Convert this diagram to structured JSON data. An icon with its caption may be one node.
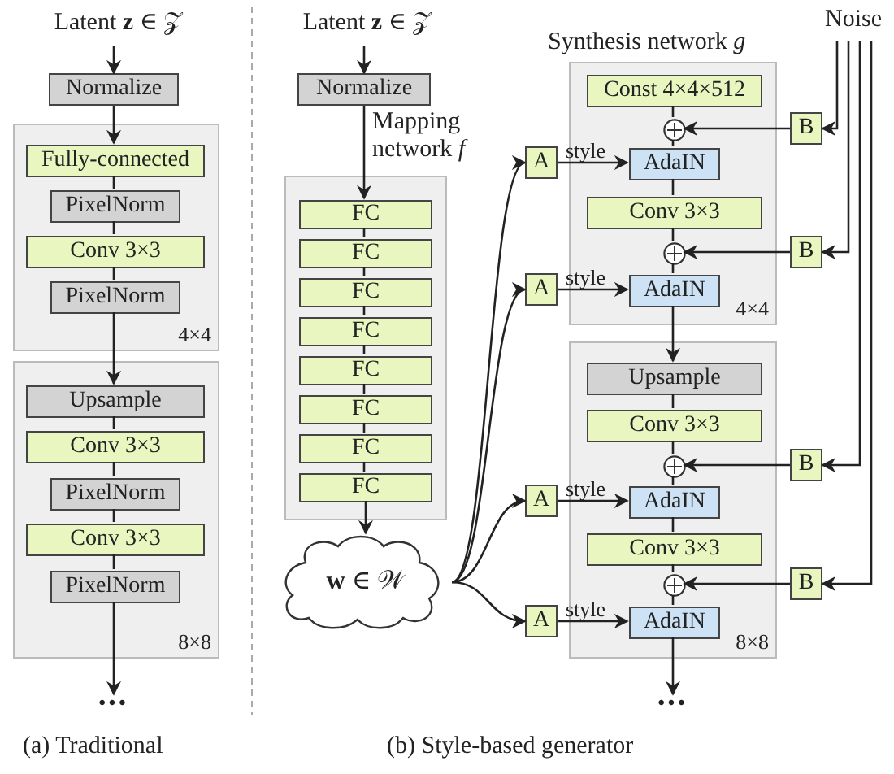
{
  "diagram": {
    "nodes": [
      {
        "text": [
          "Latent **z** ∈ 𝒵"
        ]
      },
      {
        "text": [
          "Normalize"
        ]
      },
      {
        "text": [
          "4×4"
        ]
      },
      {
        "text": [
          "Fully-connected"
        ],
        "in": 2
      },
      {
        "text": [
          "PixelNorm"
        ],
        "in": 2
      },
      {
        "text": [
          "Conv 3×3"
        ],
        "in": 2
      },
      {
        "text": [
          "PixelNorm"
        ],
        "in": 2
      },
      {
        "text": [
          "8×8"
        ]
      },
      {
        "text": [
          "Upsample"
        ],
        "in": 7
      },
      {
        "text": [
          "Conv 3×3"
        ],
        "in": 7
      },
      {
        "text": [
          "PixelNorm"
        ],
        "in": 7
      },
      {
        "text": [
          "Conv 3×3"
        ],
        "in": 7
      },
      {
        "text": [
          "PixelNorm"
        ],
        "in": 7
      },
      {
        "text": [
          "•••"
        ]
      },
      {
        "text": [
          "Latent **z** ∈ 𝒵"
        ]
      },
      {
        "text": [
          "Normalize"
        ]
      },
      {
        "text": [],
        "shape": "box"
      },
      {
        "text": [
          "FC"
        ],
        "in": 16
      },
      {
        "text": [
          "FC"
        ],
        "in": 16
      },
      {
        "text": [
          "FC"
        ],
        "in": 16
      },
      {
        "text": [
          "FC"
        ],
        "in": 16
      },
      {
        "text": [
          "FC"
        ],
        "in": 16
      },
      {
        "text": [
          "FC"
        ],
        "in": 16
      },
      {
        "text": [
          "FC"
        ],
        "in": 16
      },
      {
        "text": [
          "FC"
        ],
        "in": 16
      },
      {
        "text": [
          "**w** ∈ 𝒲"
        ]
      },
      {
        "text": [
          "Noise"
        ]
      },
      {
        "text": [
          "4×4"
        ]
      },
      {
        "text": [
          "Const 4×4×512"
        ],
        "in": 27
      },
      {
        "text": [],
        "shape": "circle",
        "in": 27
      },
      {
        "text": [
          "AdaIN"
        ],
        "in": 27
      },
      {
        "text": [
          "Conv 3×3"
        ],
        "in": 27
      },
      {
        "text": [],
        "shape": "circle",
        "in": 27
      },
      {
        "text": [
          "AdaIN"
        ],
        "in": 27
      },
      {
        "text": [
          "8×8"
        ]
      },
      {
        "text": [
          "Upsample"
        ],
        "in": 34
      },
      {
        "text": [
          "Conv 3×3"
        ],
        "in": 34
      },
      {
        "text": [],
        "shape": "circle",
        "in": 34
      },
      {
        "text": [
          "AdaIN"
        ],
        "in": 34
      },
      {
        "text": [
          "Conv 3×3"
        ],
        "in": 34
      },
      {
        "text": [],
        "shape": "circle",
        "in": 34
      },
      {
        "text": [
          "AdaIN"
        ],
        "in": 34
      },
      {
        "text": [
          "•••"
        ]
      },
      {
        "text": [
          "A"
        ]
      },
      {
        "text": [
          "A"
        ]
      },
      {
        "text": [
          "A"
        ]
      },
      {
        "text": [
          "A"
        ]
      },
      {
        "text": [
          "B"
        ]
      },
      {
        "text": [
          "B"
        ]
      },
      {
        "text": [
          "B"
        ]
      },
      {
        "text": [
          "B"
        ]
      }
    ],
    "edges": [
      {
        "from": 0,
        "to": 1,
        "arrow": "to"
      },
      {
        "from": 1,
        "to": 3,
        "arrow": "to"
      },
      {
        "from": 3,
        "to": 4,
        "arrow": "none"
      },
      {
        "from": 4,
        "to": 5,
        "arrow": "none"
      },
      {
        "from": 5,
        "to": 6,
        "arrow": "none"
      },
      {
        "from": 6,
        "to": 8,
        "arrow": "to"
      },
      {
        "from": 8,
        "to": 9,
        "arrow": "none"
      },
      {
        "from": 9,
        "to": 10,
        "arrow": "none"
      },
      {
        "from": 10,
        "to": 11,
        "arrow": "none"
      },
      {
        "from": 11,
        "to": 12,
        "arrow": "none"
      },
      {
        "from": 12,
        "to": 13,
        "arrow": "to"
      },
      {
        "from": 14,
        "to": 15,
        "arrow": "to"
      },
      {
        "from": 15,
        "to": 17,
        "arrow": "to"
      },
      {
        "from": 17,
        "to": 18,
        "arrow": "none"
      },
      {
        "from": 18,
        "to": 19,
        "arrow": "none"
      },
      {
        "from": 19,
        "to": 20,
        "arrow": "none"
      },
      {
        "from": 20,
        "to": 21,
        "arrow": "none"
      },
      {
        "from": 21,
        "to": 22,
        "arrow": "none"
      },
      {
        "from": 22,
        "to": 23,
        "arrow": "none"
      },
      {
        "from": 23,
        "to": 24,
        "arrow": "none"
      },
      {
        "from": 24,
        "to": 25,
        "arrow": "to"
      },
      {
        "from": 25,
        "to": 43,
        "arrow": "to"
      },
      {
        "from": 25,
        "to": 44,
        "arrow": "to"
      },
      {
        "from": 25,
        "to": 45,
        "arrow": "to"
      },
      {
        "from": 25,
        "to": 46,
        "arrow": "to"
      },
      {
        "from": 43,
        "to": 30,
        "arrow": "to",
        "label": "style"
      },
      {
        "from": 44,
        "to": 33,
        "arrow": "to",
        "label": "style"
      },
      {
        "from": 45,
        "to": 38,
        "arrow": "to",
        "label": "style"
      },
      {
        "from": 46,
        "to": 41,
        "arrow": "to",
        "label": "style"
      },
      {
        "from": 26,
        "to": 47,
        "arrow": "to"
      },
      {
        "from": 26,
        "to": 48,
        "arrow": "to"
      },
      {
        "from": 26,
        "to": 49,
        "arrow": "to"
      },
      {
        "from": 26,
        "to": 50,
        "arrow": "to"
      },
      {
        "from": 47,
        "to": 29,
        "arrow": "to"
      },
      {
        "from": 48,
        "to": 32,
        "arrow": "to"
      },
      {
        "from": 49,
        "to": 37,
        "arrow": "to"
      },
      {
        "from": 50,
        "to": 40,
        "arrow": "to"
      },
      {
        "from": 28,
        "to": 29,
        "arrow": "none"
      },
      {
        "from": 29,
        "to": 30,
        "arrow": "none"
      },
      {
        "from": 30,
        "to": 31,
        "arrow": "none"
      },
      {
        "from": 31,
        "to": 32,
        "arrow": "none"
      },
      {
        "from": 32,
        "to": 33,
        "arrow": "none"
      },
      {
        "from": 33,
        "to": 35,
        "arrow": "to"
      },
      {
        "from": 35,
        "to": 36,
        "arrow": "none"
      },
      {
        "from": 36,
        "to": 37,
        "arrow": "none"
      },
      {
        "from": 37,
        "to": 38,
        "arrow": "none"
      },
      {
        "from": 38,
        "to": 39,
        "arrow": "none"
      },
      {
        "from": 39,
        "to": 40,
        "arrow": "none"
      },
      {
        "from": 40,
        "to": 41,
        "arrow": "none"
      },
      {
        "from": 41,
        "to": 42,
        "arrow": "to"
      }
    ],
    "labels": [
      "Mapping network *f*",
      "Synthesis network *g*",
      "(a) Traditional",
      "(b) Style-based generator"
    ]
  }
}
